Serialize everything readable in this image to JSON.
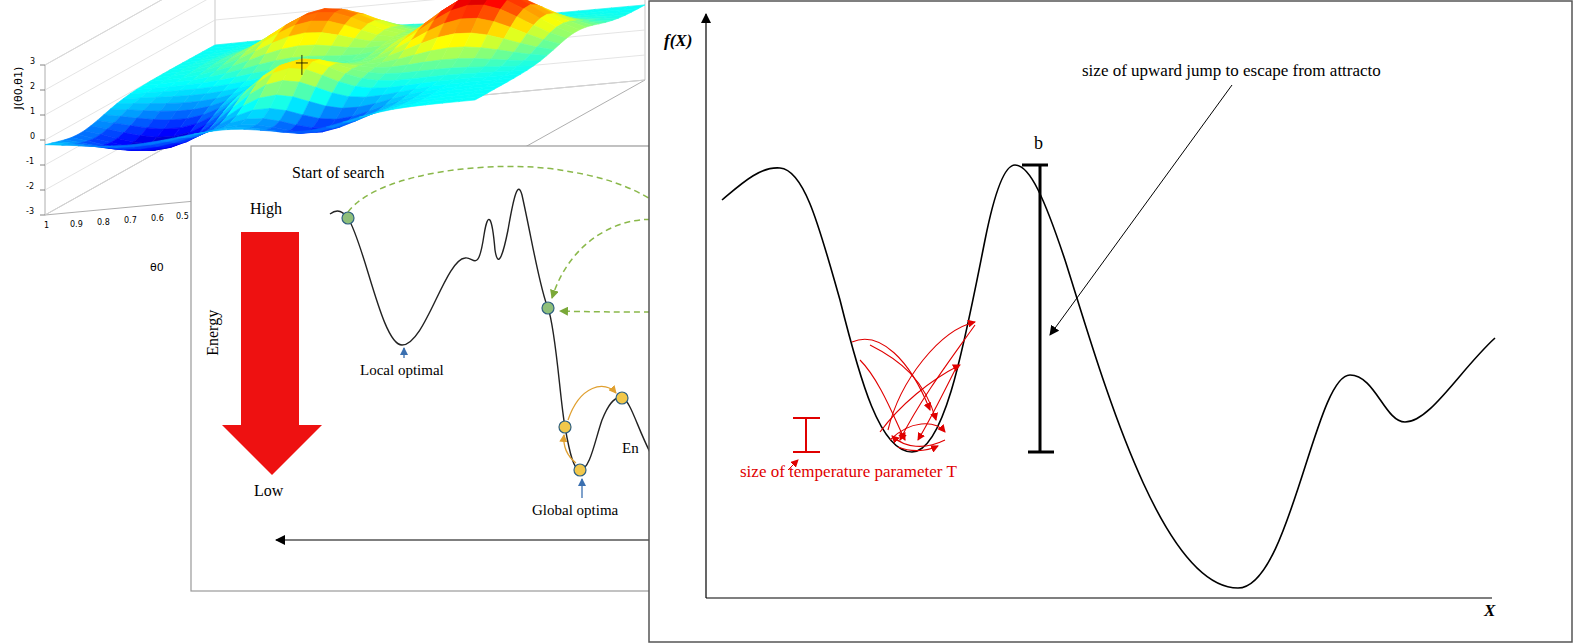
{
  "diagram": {
    "labels": [
      "J(θ0,θ1)",
      "3",
      "2",
      "1",
      "0",
      "-1",
      "-2",
      "-3",
      "1",
      "0.9",
      "0.8",
      "0.7",
      "0.6",
      "0.5",
      "θ0",
      "Start of search",
      "High",
      "Energy",
      "Low",
      "Local optimal",
      "Global optima",
      "En",
      "f(X)",
      "X",
      "b",
      "size of upward jump to escape from attracto",
      "size of temperature parameter T"
    ]
  }
}
